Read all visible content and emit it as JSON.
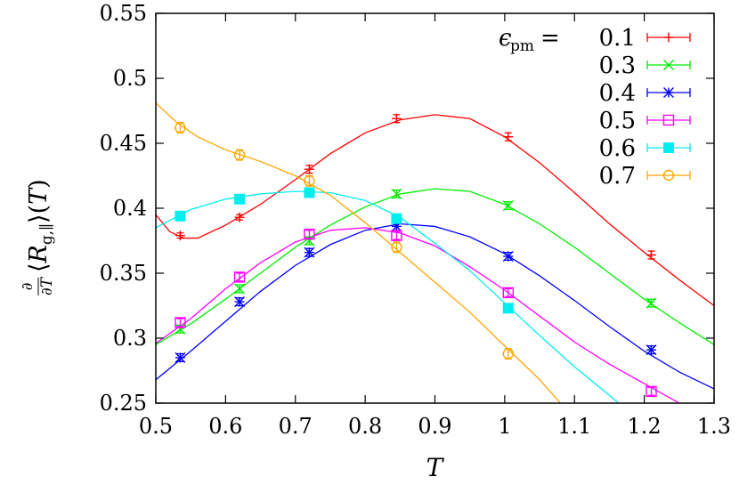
{
  "chart_data": {
    "type": "line",
    "xlabel": "T",
    "ylabel": "∂/∂T ⟨R_g,∥⟩(T)",
    "xlim": [
      0.5,
      1.3
    ],
    "ylim": [
      0.25,
      0.55
    ],
    "xticks": [
      "0.5",
      "0.6",
      "0.7",
      "0.8",
      "0.9",
      "1",
      "1.1",
      "1.2",
      "1.3"
    ],
    "yticks": [
      "0.25",
      "0.3",
      "0.35",
      "0.4",
      "0.45",
      "0.5",
      "0.55"
    ],
    "legend_title": "ϵpm =",
    "legend_position": "top-right",
    "grid": false,
    "series": [
      {
        "name": "0.1",
        "color": "#ff0000",
        "marker": "plus",
        "points": [
          [
            0.535,
            0.379,
            0.002
          ],
          [
            0.62,
            0.393,
            0.002
          ],
          [
            0.72,
            0.43,
            0.003
          ],
          [
            0.845,
            0.469,
            0.003
          ],
          [
            1.005,
            0.455,
            0.003
          ],
          [
            1.21,
            0.364,
            0.003
          ]
        ],
        "fit": [
          [
            0.5,
            0.395
          ],
          [
            0.52,
            0.382
          ],
          [
            0.54,
            0.377
          ],
          [
            0.56,
            0.377
          ],
          [
            0.6,
            0.387
          ],
          [
            0.65,
            0.403
          ],
          [
            0.7,
            0.422
          ],
          [
            0.75,
            0.442
          ],
          [
            0.8,
            0.458
          ],
          [
            0.85,
            0.468
          ],
          [
            0.9,
            0.472
          ],
          [
            0.95,
            0.469
          ],
          [
            1.0,
            0.455
          ],
          [
            1.05,
            0.435
          ],
          [
            1.1,
            0.412
          ],
          [
            1.15,
            0.388
          ],
          [
            1.2,
            0.366
          ],
          [
            1.25,
            0.345
          ],
          [
            1.3,
            0.325
          ]
        ]
      },
      {
        "name": "0.3",
        "color": "#00ee00",
        "marker": "x",
        "points": [
          [
            0.535,
            0.307,
            0.003
          ],
          [
            0.62,
            0.338,
            0.003
          ],
          [
            0.72,
            0.375,
            0.003
          ],
          [
            0.845,
            0.411,
            0.003
          ],
          [
            1.005,
            0.402,
            0.003
          ],
          [
            1.21,
            0.327,
            0.003
          ]
        ],
        "fit": [
          [
            0.5,
            0.295
          ],
          [
            0.55,
            0.311
          ],
          [
            0.6,
            0.33
          ],
          [
            0.65,
            0.35
          ],
          [
            0.7,
            0.37
          ],
          [
            0.75,
            0.387
          ],
          [
            0.8,
            0.401
          ],
          [
            0.85,
            0.411
          ],
          [
            0.9,
            0.415
          ],
          [
            0.95,
            0.413
          ],
          [
            1.0,
            0.403
          ],
          [
            1.05,
            0.388
          ],
          [
            1.1,
            0.37
          ],
          [
            1.15,
            0.35
          ],
          [
            1.2,
            0.33
          ],
          [
            1.25,
            0.312
          ],
          [
            1.3,
            0.295
          ]
        ]
      },
      {
        "name": "0.4",
        "color": "#0000ff",
        "marker": "star",
        "points": [
          [
            0.535,
            0.285,
            0.003
          ],
          [
            0.62,
            0.328,
            0.003
          ],
          [
            0.72,
            0.366,
            0.003
          ],
          [
            0.845,
            0.386,
            0.003
          ],
          [
            1.005,
            0.363,
            0.003
          ],
          [
            1.21,
            0.291,
            0.003
          ]
        ],
        "fit": [
          [
            0.5,
            0.268
          ],
          [
            0.55,
            0.29
          ],
          [
            0.6,
            0.313
          ],
          [
            0.65,
            0.336
          ],
          [
            0.7,
            0.356
          ],
          [
            0.75,
            0.372
          ],
          [
            0.8,
            0.383
          ],
          [
            0.85,
            0.388
          ],
          [
            0.9,
            0.386
          ],
          [
            0.95,
            0.378
          ],
          [
            1.0,
            0.365
          ],
          [
            1.05,
            0.348
          ],
          [
            1.1,
            0.329
          ],
          [
            1.15,
            0.309
          ],
          [
            1.2,
            0.29
          ],
          [
            1.25,
            0.274
          ],
          [
            1.3,
            0.261
          ]
        ]
      },
      {
        "name": "0.5",
        "color": "#ff00ff",
        "marker": "square",
        "points": [
          [
            0.535,
            0.312,
            0.003
          ],
          [
            0.62,
            0.347,
            0.003
          ],
          [
            0.72,
            0.38,
            0.003
          ],
          [
            0.845,
            0.379,
            0.003
          ],
          [
            1.005,
            0.335,
            0.003
          ],
          [
            1.21,
            0.259,
            0.003
          ]
        ],
        "fit": [
          [
            0.5,
            0.296
          ],
          [
            0.55,
            0.315
          ],
          [
            0.6,
            0.338
          ],
          [
            0.65,
            0.358
          ],
          [
            0.7,
            0.374
          ],
          [
            0.75,
            0.383
          ],
          [
            0.8,
            0.385
          ],
          [
            0.85,
            0.381
          ],
          [
            0.9,
            0.371
          ],
          [
            0.95,
            0.355
          ],
          [
            1.0,
            0.337
          ],
          [
            1.05,
            0.317
          ],
          [
            1.1,
            0.297
          ],
          [
            1.15,
            0.28
          ],
          [
            1.2,
            0.265
          ],
          [
            1.25,
            0.25
          ]
        ]
      },
      {
        "name": "0.6",
        "color": "#00eeee",
        "marker": "filled-square",
        "points": [
          [
            0.535,
            0.394,
            0.003
          ],
          [
            0.62,
            0.407,
            0.003
          ],
          [
            0.72,
            0.412,
            0.003
          ],
          [
            0.845,
            0.392,
            0.003
          ],
          [
            1.005,
            0.323,
            0.003
          ]
        ],
        "fit": [
          [
            0.5,
            0.385
          ],
          [
            0.55,
            0.399
          ],
          [
            0.6,
            0.407
          ],
          [
            0.65,
            0.411
          ],
          [
            0.7,
            0.413
          ],
          [
            0.75,
            0.412
          ],
          [
            0.8,
            0.406
          ],
          [
            0.85,
            0.393
          ],
          [
            0.9,
            0.373
          ],
          [
            0.95,
            0.352
          ],
          [
            1.0,
            0.327
          ],
          [
            1.05,
            0.302
          ],
          [
            1.1,
            0.278
          ],
          [
            1.15,
            0.256
          ],
          [
            1.163,
            0.25
          ]
        ]
      },
      {
        "name": "0.7",
        "color": "#ffa500",
        "marker": "circle",
        "points": [
          [
            0.535,
            0.462,
            0.004
          ],
          [
            0.62,
            0.441,
            0.004
          ],
          [
            0.72,
            0.421,
            0.004
          ],
          [
            0.845,
            0.37,
            0.004
          ],
          [
            1.005,
            0.288,
            0.004
          ]
        ],
        "fit": [
          [
            0.5,
            0.481
          ],
          [
            0.53,
            0.466
          ],
          [
            0.56,
            0.455
          ],
          [
            0.6,
            0.445
          ],
          [
            0.65,
            0.436
          ],
          [
            0.7,
            0.425
          ],
          [
            0.75,
            0.41
          ],
          [
            0.8,
            0.389
          ],
          [
            0.85,
            0.366
          ],
          [
            0.9,
            0.343
          ],
          [
            0.95,
            0.32
          ],
          [
            1.0,
            0.294
          ],
          [
            1.05,
            0.268
          ],
          [
            1.08,
            0.25
          ]
        ]
      }
    ]
  }
}
